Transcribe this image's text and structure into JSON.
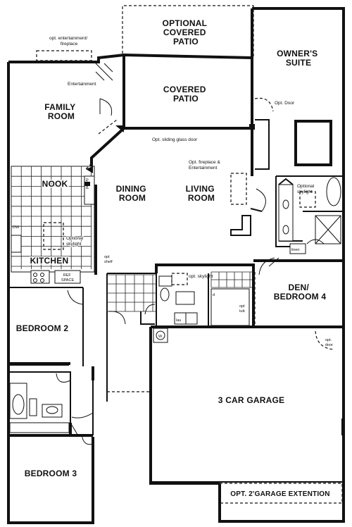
{
  "rooms": {
    "optional_covered_patio": [
      "OPTIONAL",
      "COVERED",
      "PATIO"
    ],
    "covered_patio": [
      "COVERED",
      "PATIO"
    ],
    "owners_suite": [
      "OWNER'S",
      "SUITE"
    ],
    "family_room": [
      "FAMILY",
      "ROOM"
    ],
    "nook": "NOOK",
    "dining_room": [
      "DINING",
      "ROOM"
    ],
    "living_room": [
      "LIVING",
      "ROOM"
    ],
    "kitchen": "KITCHEN",
    "den": [
      "DEN/",
      "BEDROOM 4"
    ],
    "bedroom2": "BEDROOM 2",
    "garage": "3 CAR GARAGE",
    "bedroom3": "BEDROOM 3",
    "garage_extension": "OPT. 2'GARAGE EXTENTION"
  },
  "notes": {
    "opt_entertainment_fireplace": [
      "opt. entertainment/",
      "fireplace"
    ],
    "entertainment": "Entertainment",
    "opt_door": "Opt. Door",
    "opt_sliding_glass_door": "Opt. sliding glass door",
    "opt_fireplace_entertainment": [
      "Opt. fireplace &",
      "Entertainment"
    ],
    "optional_skylight_bath": [
      "Optional",
      "skylight"
    ],
    "optional_skylight_kitchen": [
      "Optional",
      "skylight"
    ],
    "opt_skylight_laundry": "opt. skylight",
    "pantry": "pantry",
    "linen": "linen",
    "opt_shelf": [
      "opt",
      "shelf"
    ],
    "ref_space": [
      "REF",
      "SPACE"
    ],
    "dw": "DW",
    "lau": "lau",
    "w": "W",
    "opt_door_garage": [
      "opt.",
      "door"
    ],
    "opt_tub": [
      "opt",
      "tub"
    ],
    "d": "d"
  }
}
